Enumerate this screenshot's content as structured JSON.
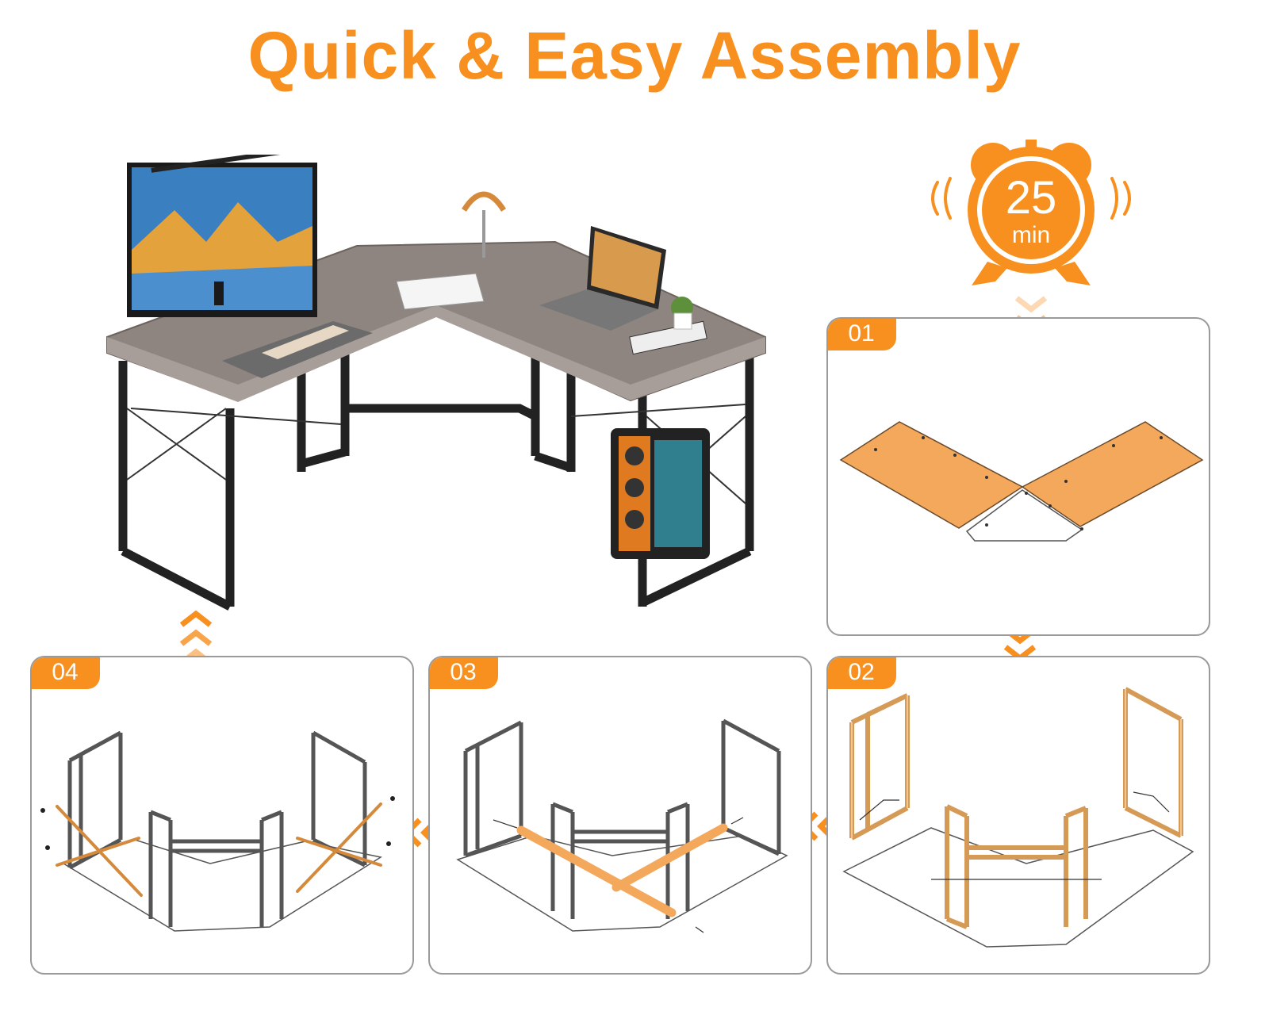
{
  "title": "Quick & Easy Assembly",
  "timer": {
    "value": "25",
    "unit": "min"
  },
  "steps": [
    {
      "label": "01"
    },
    {
      "label": "02"
    },
    {
      "label": "03"
    },
    {
      "label": "04"
    }
  ],
  "colors": {
    "accent": "#f7901e",
    "wood": "#e8a050",
    "metal": "#222222",
    "desk_top": "#8f8580"
  },
  "icons": {
    "timer": "alarm-clock-icon",
    "arrows": "chevron-arrow-icon"
  }
}
